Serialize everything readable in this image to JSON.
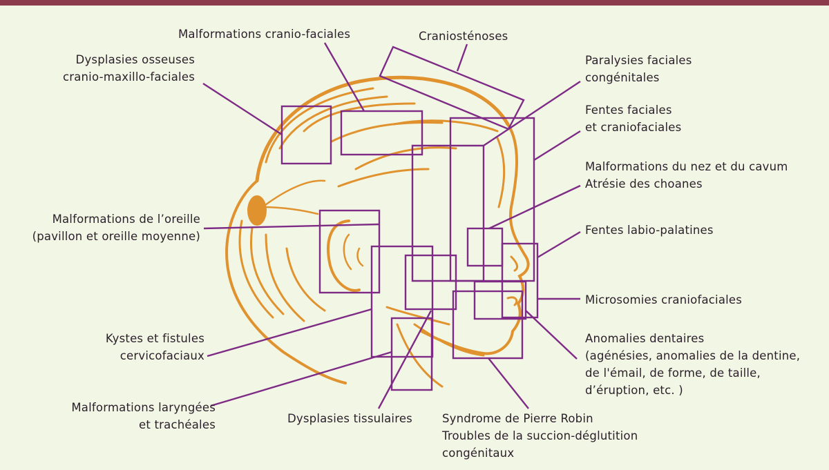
{
  "colors": {
    "bar": "#8c3b4c",
    "background": "#f2f6e4",
    "lines": "#7e2b86",
    "drawing": "#e0922e"
  },
  "labels": {
    "malformations_cranio_faciales": "Malformations cranio-faciales",
    "craniostenoses": "Craniosténoses",
    "dysplasies_osseuses": [
      "Dysplasies osseuses",
      "cranio-maxillo-faciales"
    ],
    "paralysies_faciales": [
      "Paralysies faciales",
      "congénitales"
    ],
    "fentes_faciales": [
      "Fentes faciales",
      "et craniofaciales"
    ],
    "malformations_nez": [
      "Malformations du nez et du cavum",
      "Atrésie des choanes"
    ],
    "malformations_oreille": [
      "Malformations de l’oreille",
      "(pavillon et oreille moyenne)"
    ],
    "fentes_labio_palatines": "Fentes labio-palatines",
    "microsomies": "Microsomies craniofaciales",
    "kystes": [
      "Kystes et fistules",
      "cervicofaciaux"
    ],
    "anomalies_dentaires": [
      "Anomalies dentaires",
      "(agénésies, anomalies de la dentine,",
      "de l'émail, de forme, de taille,",
      "d’éruption, etc. )"
    ],
    "malformations_laryngees": [
      "Malformations laryngées",
      "et trachéales"
    ],
    "dysplasies_tissulaires": "Dysplasies tissulaires",
    "pierre_robin": [
      "Syndrome de Pierre Robin",
      "Troubles de la succion-déglutition",
      "congénitaux"
    ]
  }
}
